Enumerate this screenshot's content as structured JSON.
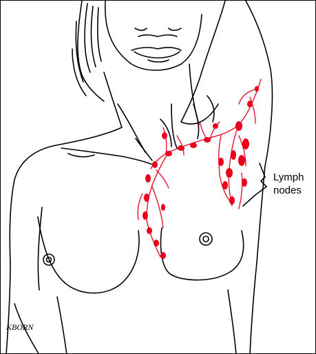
{
  "figure": {
    "label_line1": "Lymph",
    "label_line2": "nodes",
    "signature": "KBORN"
  },
  "colors": {
    "outline": "#000000",
    "lymph": "#e8001c",
    "background": "#ffffff"
  }
}
